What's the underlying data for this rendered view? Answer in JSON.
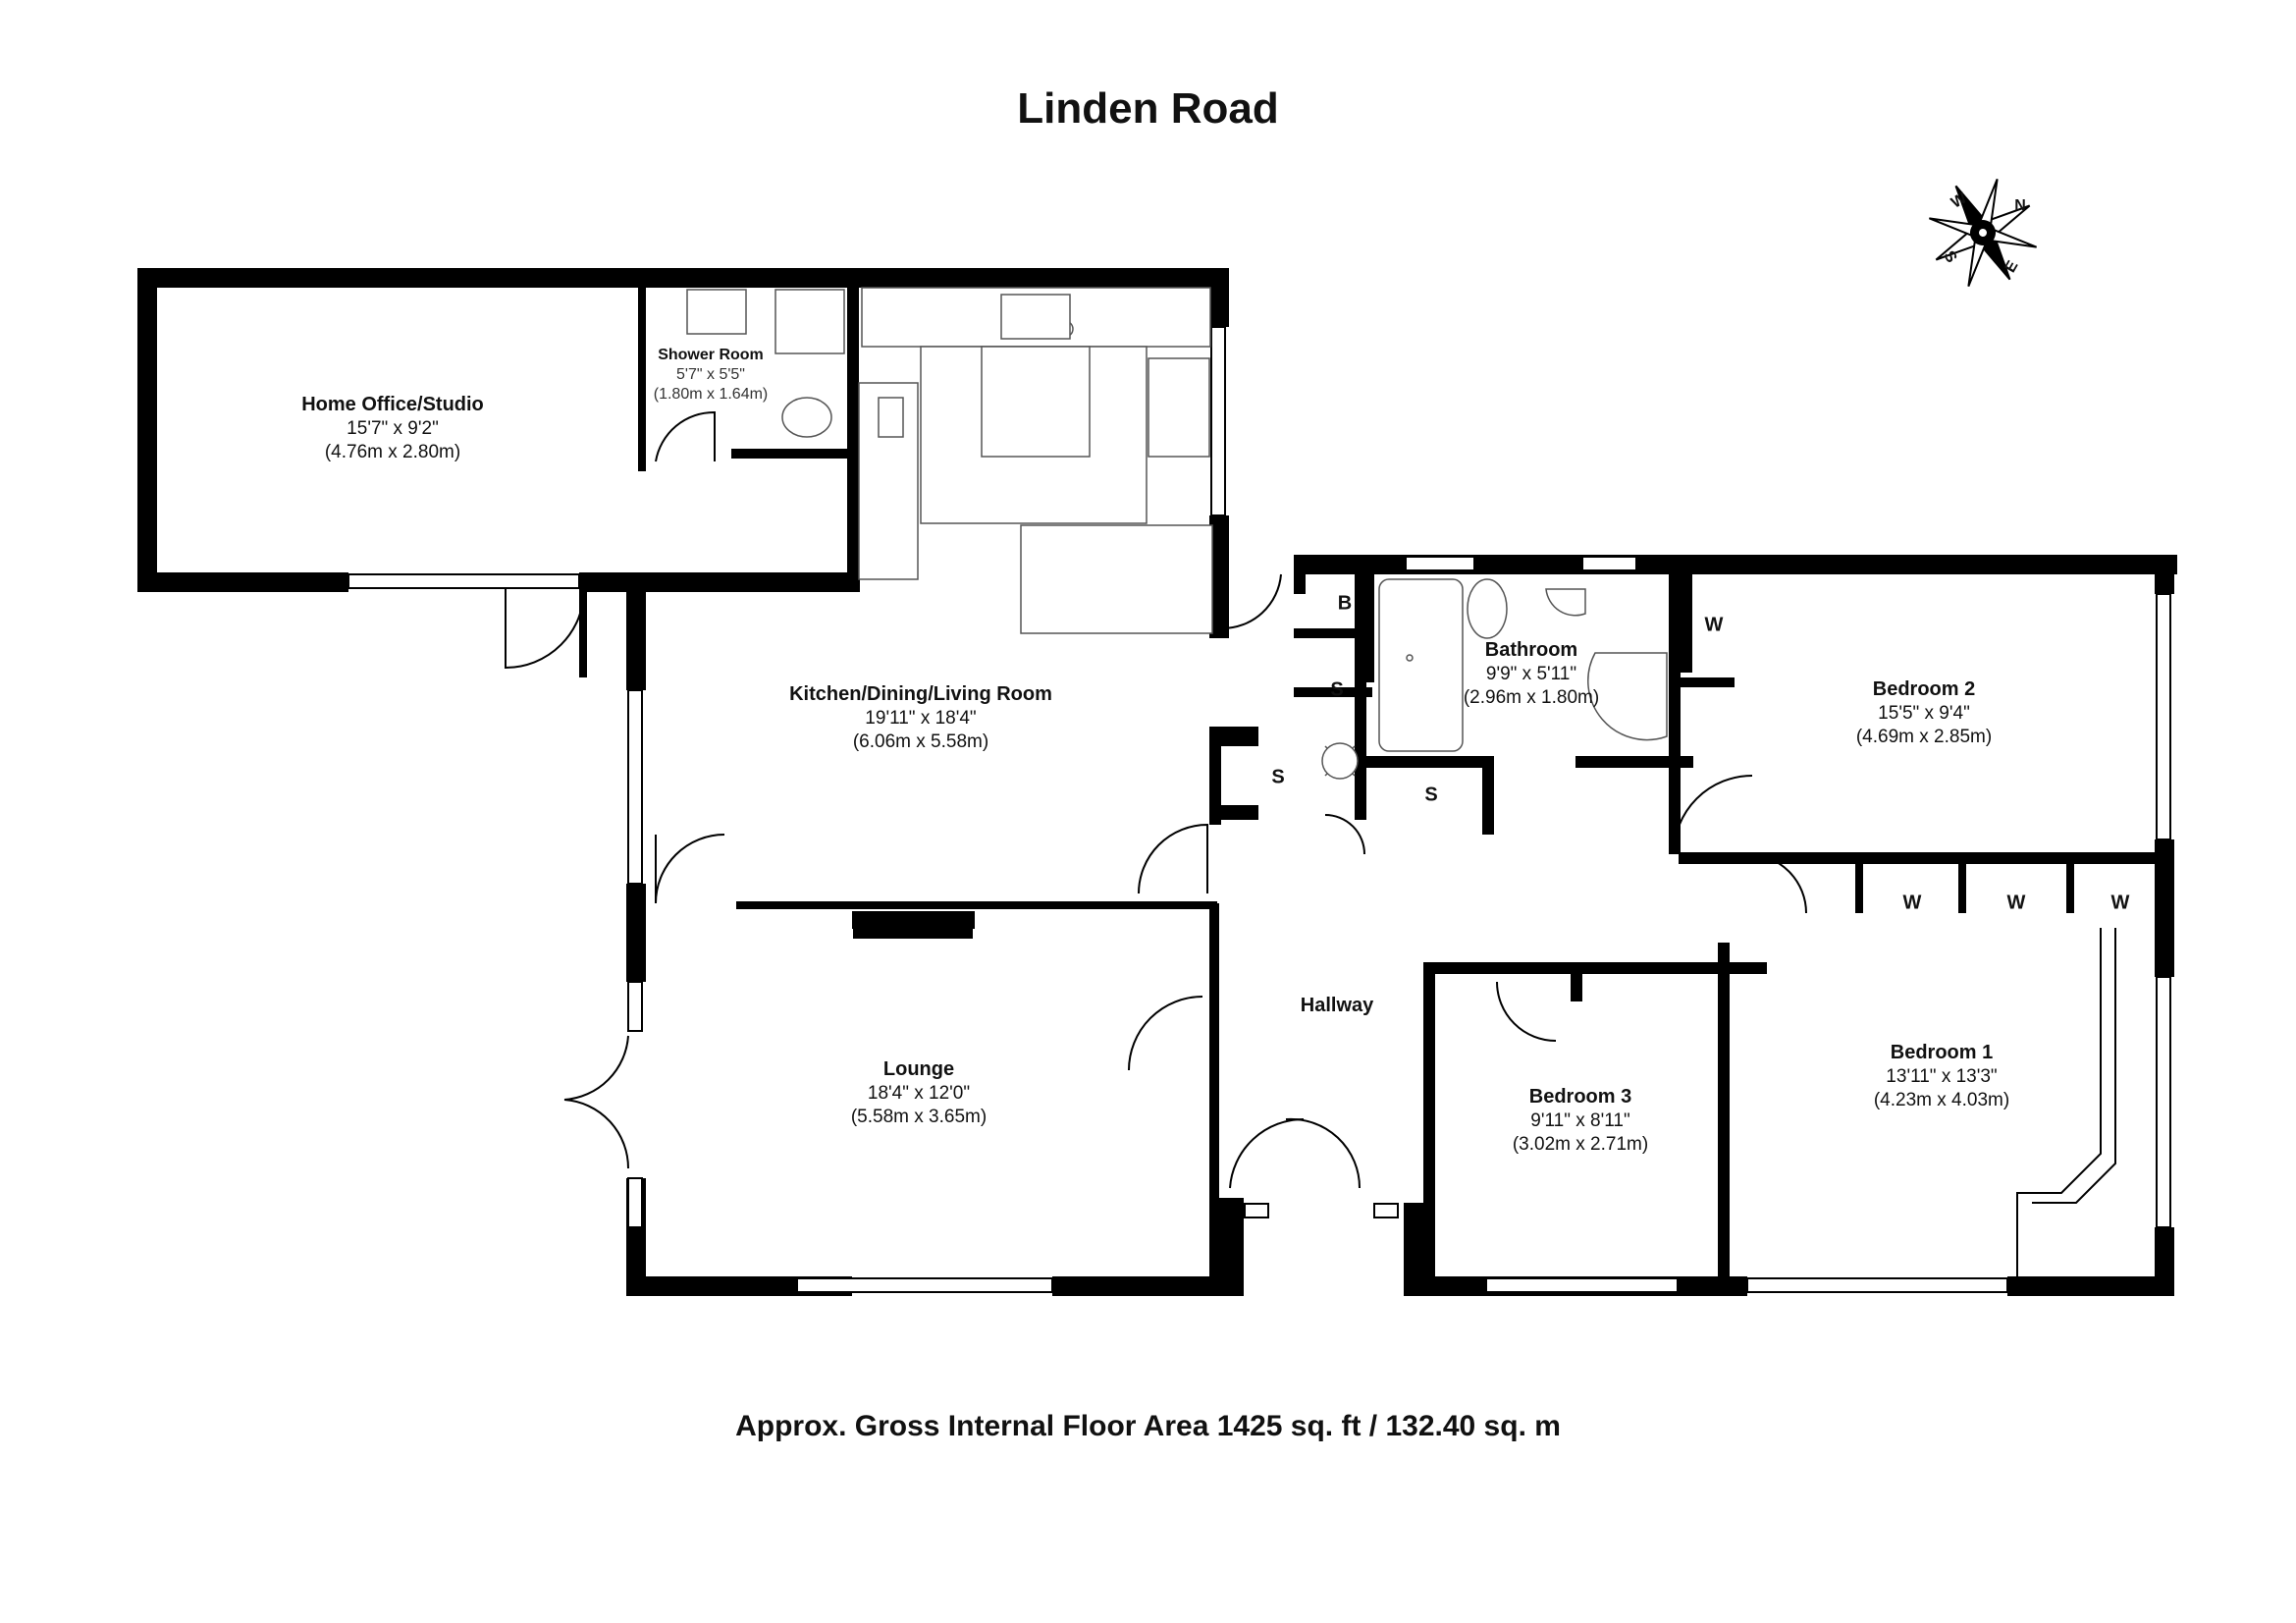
{
  "title": "Linden Road",
  "footer": "Approx. Gross Internal Floor Area 1425 sq. ft / 132.40 sq. m",
  "compass": {
    "n": "N",
    "e": "E",
    "s": "S",
    "w": "W"
  },
  "rooms": {
    "office": {
      "name": "Home Office/Studio",
      "imperial": "15'7\" x 9'2\"",
      "metric": "(4.76m x 2.80m)"
    },
    "shower": {
      "name": "Shower Room",
      "imperial": "5'7\" x 5'5\"",
      "metric": "(1.80m x 1.64m)"
    },
    "kitchen": {
      "name": "Kitchen/Dining/Living Room",
      "imperial": "19'11\" x 18'4\"",
      "metric": "(6.06m x 5.58m)"
    },
    "bathroom": {
      "name": "Bathroom",
      "imperial": "9'9\" x 5'11\"",
      "metric": "(2.96m x 1.80m)"
    },
    "bedroom2": {
      "name": "Bedroom 2",
      "imperial": "15'5\" x 9'4\"",
      "metric": "(4.69m x 2.85m)"
    },
    "hallway": {
      "name": "Hallway"
    },
    "lounge": {
      "name": "Lounge",
      "imperial": "18'4\" x 12'0\"",
      "metric": "(5.58m x 3.65m)"
    },
    "bedroom3": {
      "name": "Bedroom 3",
      "imperial": "9'11\" x 8'11\"",
      "metric": "(3.02m x 2.71m)"
    },
    "bedroom1": {
      "name": "Bedroom 1",
      "imperial": "13'11\" x 13'3\"",
      "metric": "(4.23m x 4.03m)"
    }
  },
  "tags": {
    "boiler": "B",
    "store": "S",
    "wardrobe": "W"
  }
}
